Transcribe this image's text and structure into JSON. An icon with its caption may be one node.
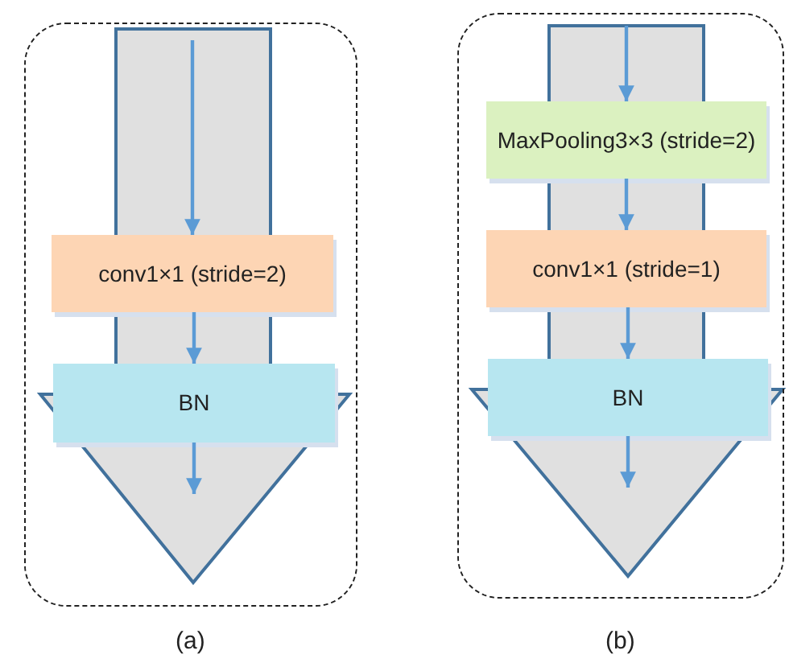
{
  "diagram": {
    "nodes": [
      {
        "text": [],
        "shape": "box"
      },
      {
        "text": [
          "conv1×1 (stride=2)"
        ],
        "in": 0
      },
      {
        "text": [
          "BN"
        ],
        "in": 0
      },
      {
        "text": [],
        "shape": "box"
      },
      {
        "text": [
          "MaxPooling3×3 (stride=2)"
        ],
        "in": 3
      },
      {
        "text": [
          "conv1×1 (stride=1)"
        ],
        "in": 3
      },
      {
        "text": [
          "BN"
        ],
        "in": 3
      }
    ],
    "edges": [
      {
        "from": null,
        "to": 1,
        "arrow": "to"
      },
      {
        "from": 1,
        "to": 2,
        "arrow": "to"
      },
      {
        "from": 2,
        "to": null,
        "arrow": "to"
      },
      {
        "from": null,
        "to": 4,
        "arrow": "to"
      },
      {
        "from": 4,
        "to": 5,
        "arrow": "to"
      },
      {
        "from": 5,
        "to": 6,
        "arrow": "to"
      },
      {
        "from": 6,
        "to": null,
        "arrow": "to"
      }
    ],
    "labels": [
      "(a)",
      "(b)"
    ]
  }
}
